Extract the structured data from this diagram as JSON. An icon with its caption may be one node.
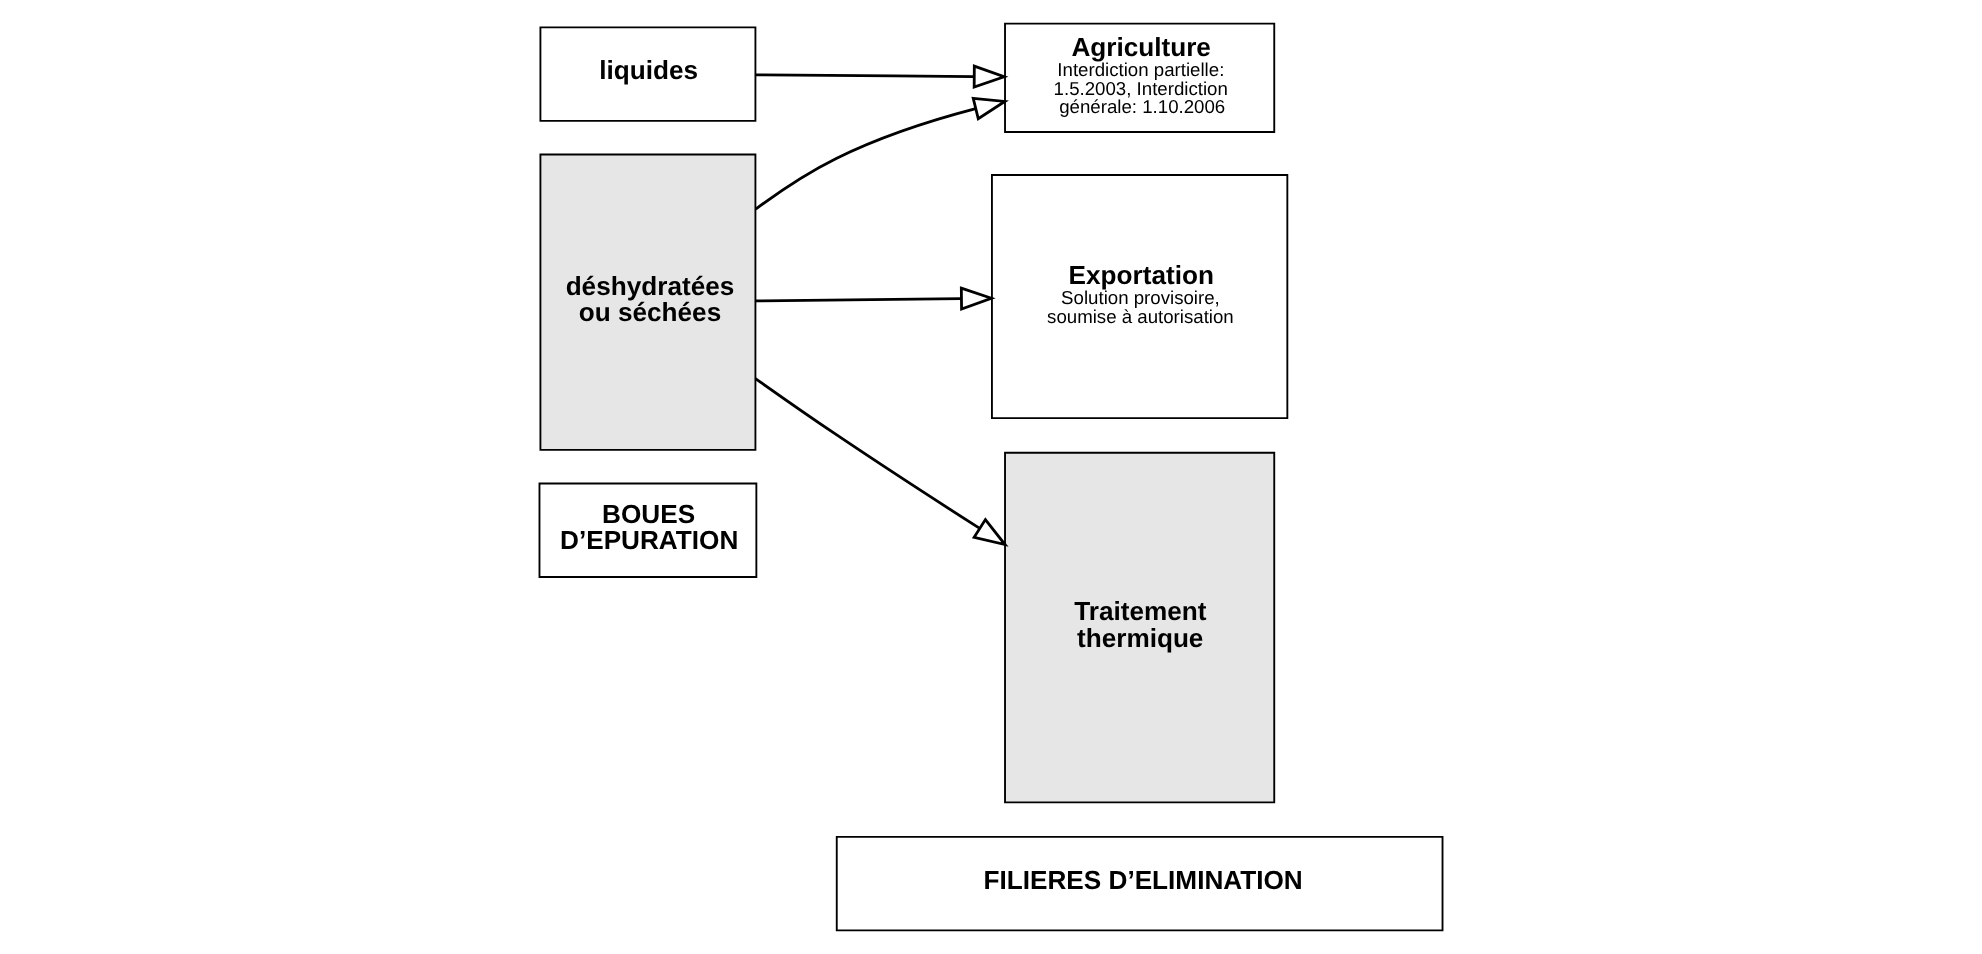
{
  "diagram": {
    "nodes": [
      {
        "text": [
          "BOUES D’EPURATION"
        ]
      },
      {
        "text": [
          "FILIERES D’ELIMINATION"
        ]
      },
      {
        "text": [
          "liquides"
        ]
      },
      {
        "text": [
          "déshydratées ou séchées"
        ]
      },
      {
        "text": [
          "Agriculture",
          "Interdiction partielle: 1.5.2003, Interdiction générale: 1.10.2006"
        ]
      },
      {
        "text": [
          "Exportation",
          "Solution provisoire, soumise à autorisation"
        ]
      },
      {
        "text": [
          "Traitement thermique"
        ]
      }
    ],
    "edges": [
      {
        "from": 2,
        "to": 4,
        "arrow": "to"
      },
      {
        "from": 3,
        "to": 4,
        "arrow": "to"
      },
      {
        "from": 3,
        "to": 5,
        "arrow": "to"
      },
      {
        "from": 3,
        "to": 6,
        "arrow": "to"
      }
    ]
  }
}
